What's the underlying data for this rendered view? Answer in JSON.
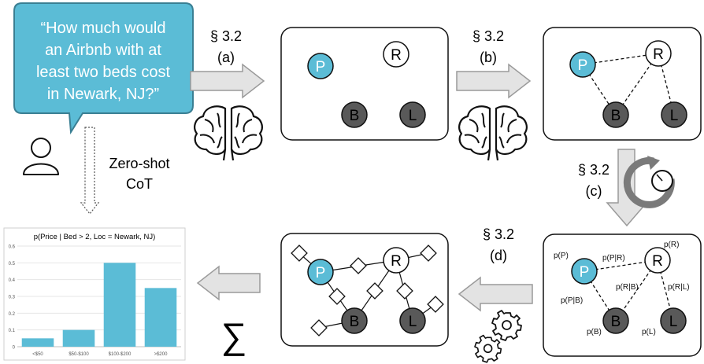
{
  "query": {
    "lines": [
      "“How much would",
      "an Airbnb with at",
      "least two beds cost",
      "in Newark, NJ?”"
    ]
  },
  "zero_shot": {
    "lines": [
      "Zero-shot",
      "CoT"
    ]
  },
  "steps": {
    "a": {
      "section": "§ 3.2",
      "label": "(a)"
    },
    "b": {
      "section": "§ 3.2",
      "label": "(b)"
    },
    "c": {
      "section": "§ 3.2",
      "label": "(c)"
    },
    "d": {
      "section": "§ 3.2",
      "label": "(d)"
    }
  },
  "nodes": {
    "p": "P",
    "r": "R",
    "b": "B",
    "l": "L"
  },
  "factor_labels": {
    "pP": "p(P)",
    "pR": "p(R)",
    "pPR": "p(P|R)",
    "pRB": "p(R|B)",
    "pPB": "p(P|B)",
    "pRL": "p(R|L)",
    "pB": "p(B)",
    "pL": "p(L)"
  },
  "sum_symbol": "∑",
  "colors": {
    "query_box": "#5bbcd6",
    "price_node": "#5bbcd6",
    "dark_node": "#595959",
    "arrow_fill": "#e3e3e3",
    "arrow_stroke": "#9a9a9a",
    "bar": "#5bbcd6"
  },
  "icons": [
    "brain-icon",
    "person-icon",
    "timer-icon",
    "gears-icon",
    "sum-icon"
  ],
  "chart_data": {
    "type": "bar",
    "title": "p(Price | Bed > 2, Loc = Newark, NJ)",
    "categories": [
      "<$50",
      "$50-$100",
      "$100-$200",
      ">$200"
    ],
    "values": [
      0.05,
      0.1,
      0.5,
      0.35
    ],
    "ylim": [
      0,
      0.6
    ],
    "yticks": [
      "0",
      "0.1",
      "0.2",
      "0.3",
      "0.4",
      "0.5",
      "0.6"
    ],
    "grid": true
  }
}
